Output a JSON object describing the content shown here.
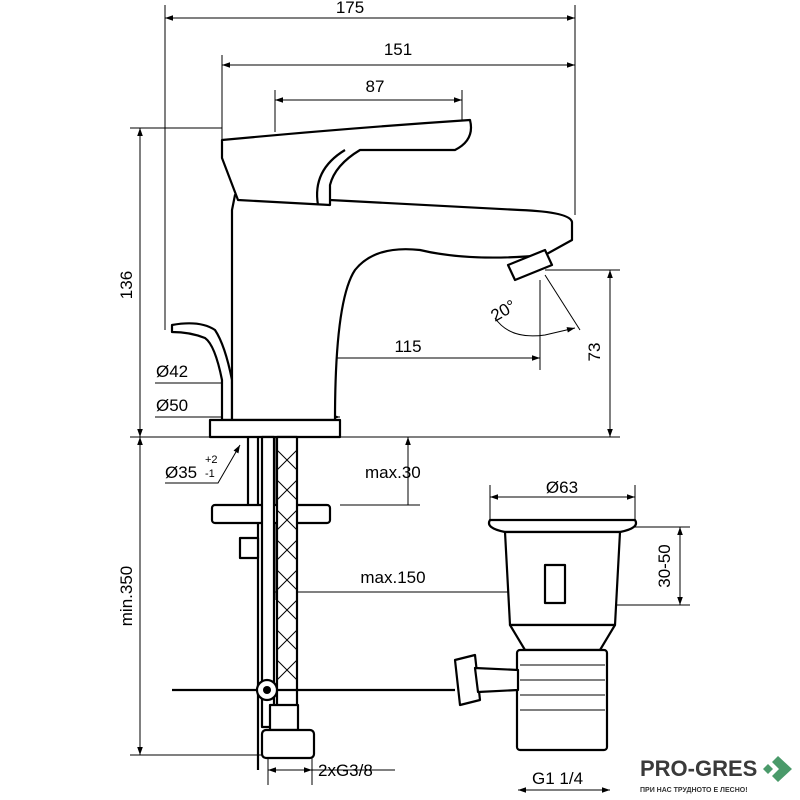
{
  "dimensions": {
    "overall_width": "175",
    "spout_reach": "151",
    "lever_length": "87",
    "height": "136",
    "angle": "20°",
    "outlet_height": "73",
    "spout_projection": "115",
    "body_dia_42": "Ø42",
    "base_dia_50": "Ø50",
    "hole_dia": "Ø35",
    "hole_tol_plus": "+2",
    "hole_tol_minus": "-1",
    "max_thickness": "max.30",
    "waste_dia": "Ø63",
    "waste_plug_height": "30-50",
    "max_hose_offset": "max.150",
    "min_hose_length": "min.350",
    "hose_thread": "2xG3/8",
    "waste_thread": "G1 1/4"
  },
  "logo": {
    "brand": "PRO-GRES",
    "slogan": "ПРИ НАС ТРУДНОТО Е ЛЕСНО!",
    "color": "#4a9a6a"
  }
}
